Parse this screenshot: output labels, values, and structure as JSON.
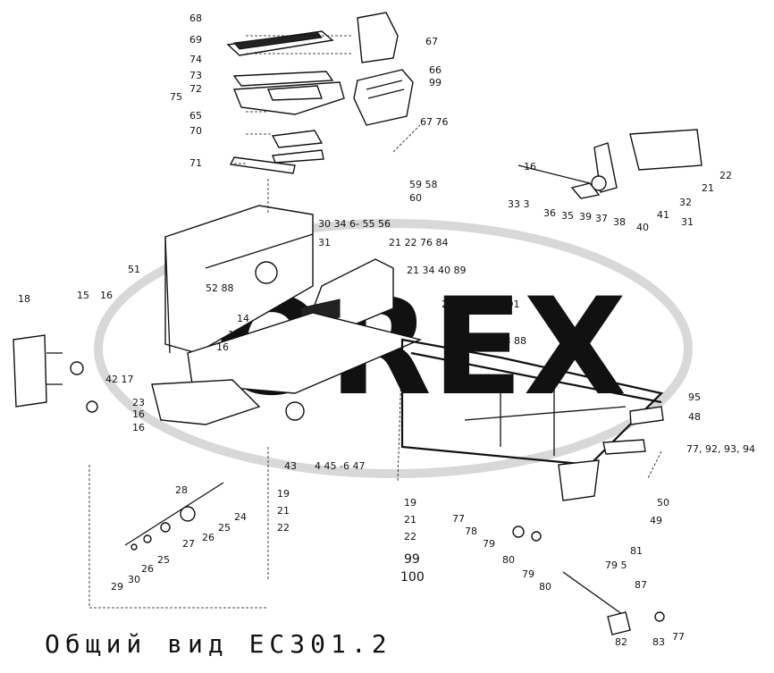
{
  "caption": "Общий вид ЕС301.2",
  "watermark": "OREX",
  "labels": {
    "l68": "68",
    "l69": "69",
    "l74": "74",
    "l73": "73",
    "l72": "72",
    "l75": "75",
    "l65": "65",
    "l70": "70",
    "l71": "71",
    "l67": "67",
    "l66": "66",
    "l99": "99",
    "l6776": "67 76",
    "l5958": "59 58",
    "l60": "60",
    "l16": "16",
    "l331": "33 3",
    "l36": "36",
    "l35": "35",
    "l39": "39",
    "l37": "37",
    "l38": "38",
    "l40": "40",
    "l41": "41",
    "l32": "32",
    "l21a": "21",
    "l22a": "22",
    "l31a": "31",
    "l3034": "30 34 6- 55 56",
    "l31b": "31",
    "l212276": "21 22 76 84",
    "l213440": "21 34 40 89",
    "l21224090": "21 22 40 90, 91",
    "l1516": "15 16 52 53 88",
    "l51": "51",
    "l18": "18",
    "l15a": "15",
    "l16a": "16",
    "l5288": "52 88",
    "l14": "14",
    "l15b": "15",
    "l16b": "16",
    "l4217": "42 17",
    "l23": "23",
    "l16c": "16",
    "l16d": "16",
    "l43": "43",
    "l44547": "4 45 -6 47",
    "l95": "95",
    "l48": "48",
    "l77": "77, 92, 93, 94",
    "l50": "50",
    "l49": "49",
    "l28": "28",
    "l24": "24",
    "l25a": "25",
    "l26a": "26",
    "l27": "27",
    "l25b": "25",
    "l26b": "26",
    "l30": "30",
    "l29": "29",
    "l19a": "19",
    "l21b": "21",
    "l22b": "22",
    "l19b": "19",
    "l21c": "21",
    "l22c": "22",
    "l99b": "99",
    "l100": "100",
    "l77b": "77",
    "l78": "78",
    "l79a": "79",
    "l80a": "80",
    "l81": "81",
    "l795": "79 5",
    "l79b": "79",
    "l80b": "80",
    "l87": "87",
    "l82": "82",
    "l83": "83",
    "l77c": "77"
  },
  "colors": {
    "ink": "#111111",
    "paper": "#ffffff",
    "watermark": "#d8d8d8"
  }
}
